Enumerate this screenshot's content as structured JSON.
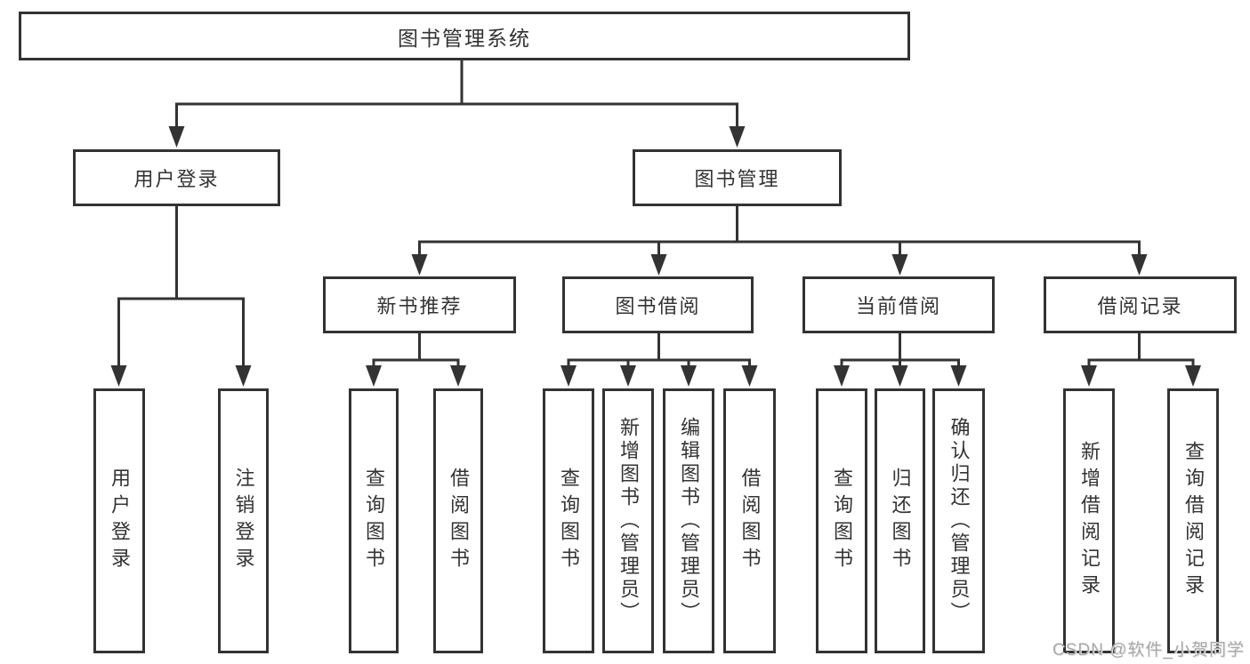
{
  "diagram": {
    "root": "图书管理系统",
    "branches": [
      {
        "label": "用户登录",
        "children": [
          "用户登录",
          "注销登录"
        ]
      },
      {
        "label": "图书管理",
        "groups": [
          {
            "label": "新书推荐",
            "children": [
              "查询图书",
              "借阅图书"
            ]
          },
          {
            "label": "图书借阅",
            "children": [
              "查询图书",
              "新增图书（管理员）",
              "编辑图书（管理员）",
              "借阅图书"
            ]
          },
          {
            "label": "当前借阅",
            "children": [
              "查询图书",
              "归还图书",
              "确认归还（管理员）"
            ]
          },
          {
            "label": "借阅记录",
            "children": [
              "新增借阅记录",
              "查询借阅记录"
            ]
          }
        ]
      }
    ],
    "colors": {
      "line": "#333333",
      "text": "#333333",
      "node_fill": "#ffffff",
      "watermark_gray": "#a9a9a9"
    },
    "watermark": "CSDN @软件_小贺同学"
  }
}
